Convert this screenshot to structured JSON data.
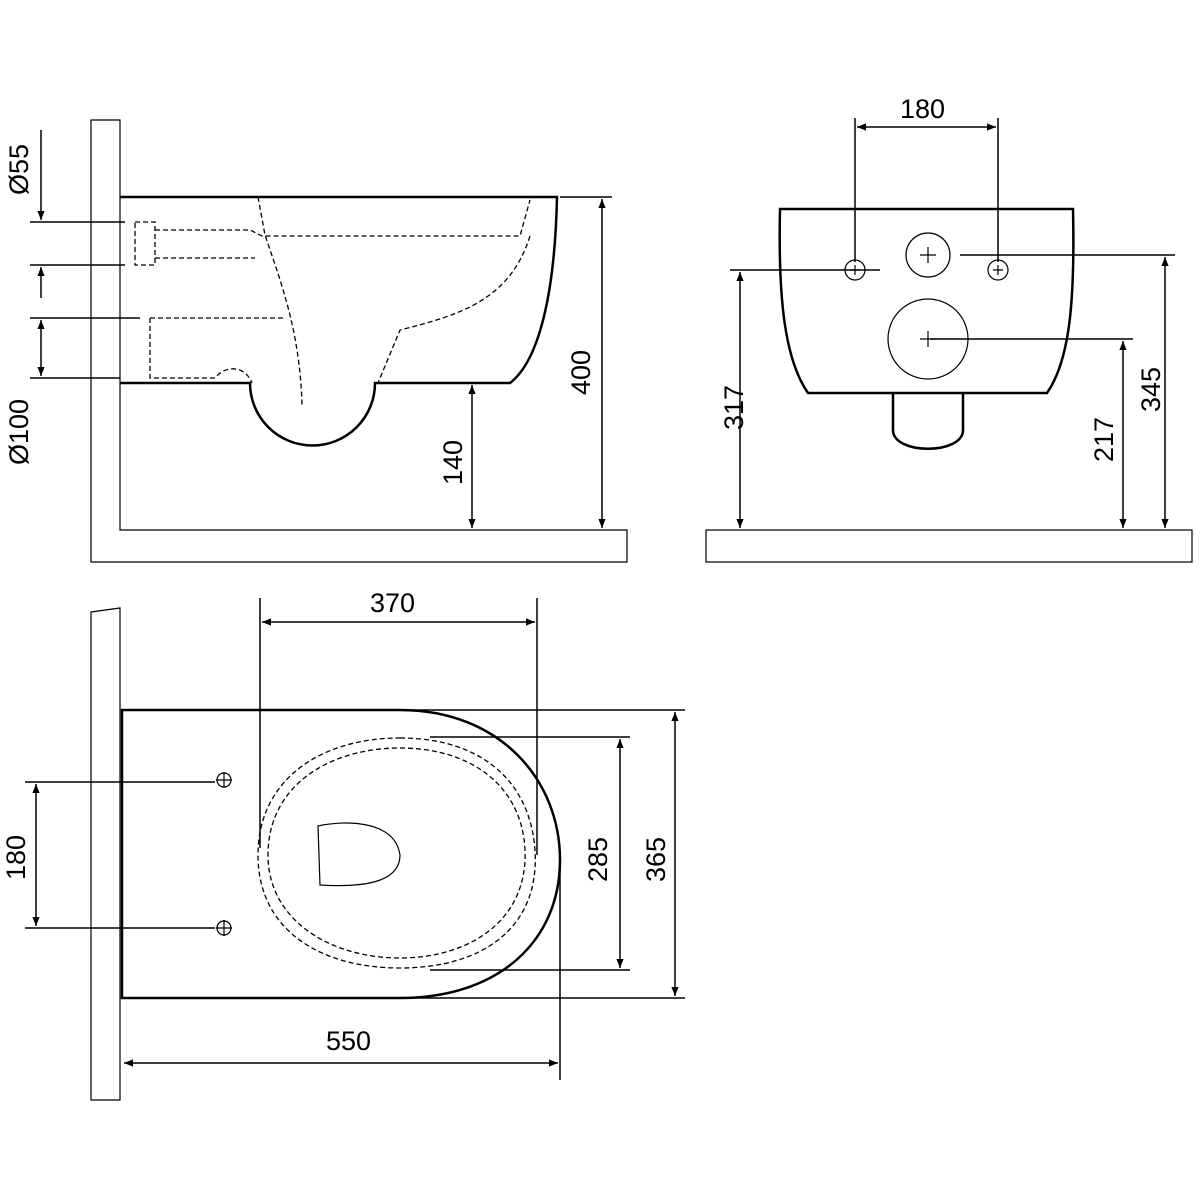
{
  "side_view": {
    "d55": "Ø55",
    "d100": "Ø100",
    "h400": "400",
    "h140": "140"
  },
  "front_view": {
    "w180": "180",
    "h317": "317",
    "h217": "217",
    "h345": "345"
  },
  "top_view": {
    "w370": "370",
    "w180": "180",
    "w285": "285",
    "w365": "365",
    "l550": "550"
  }
}
